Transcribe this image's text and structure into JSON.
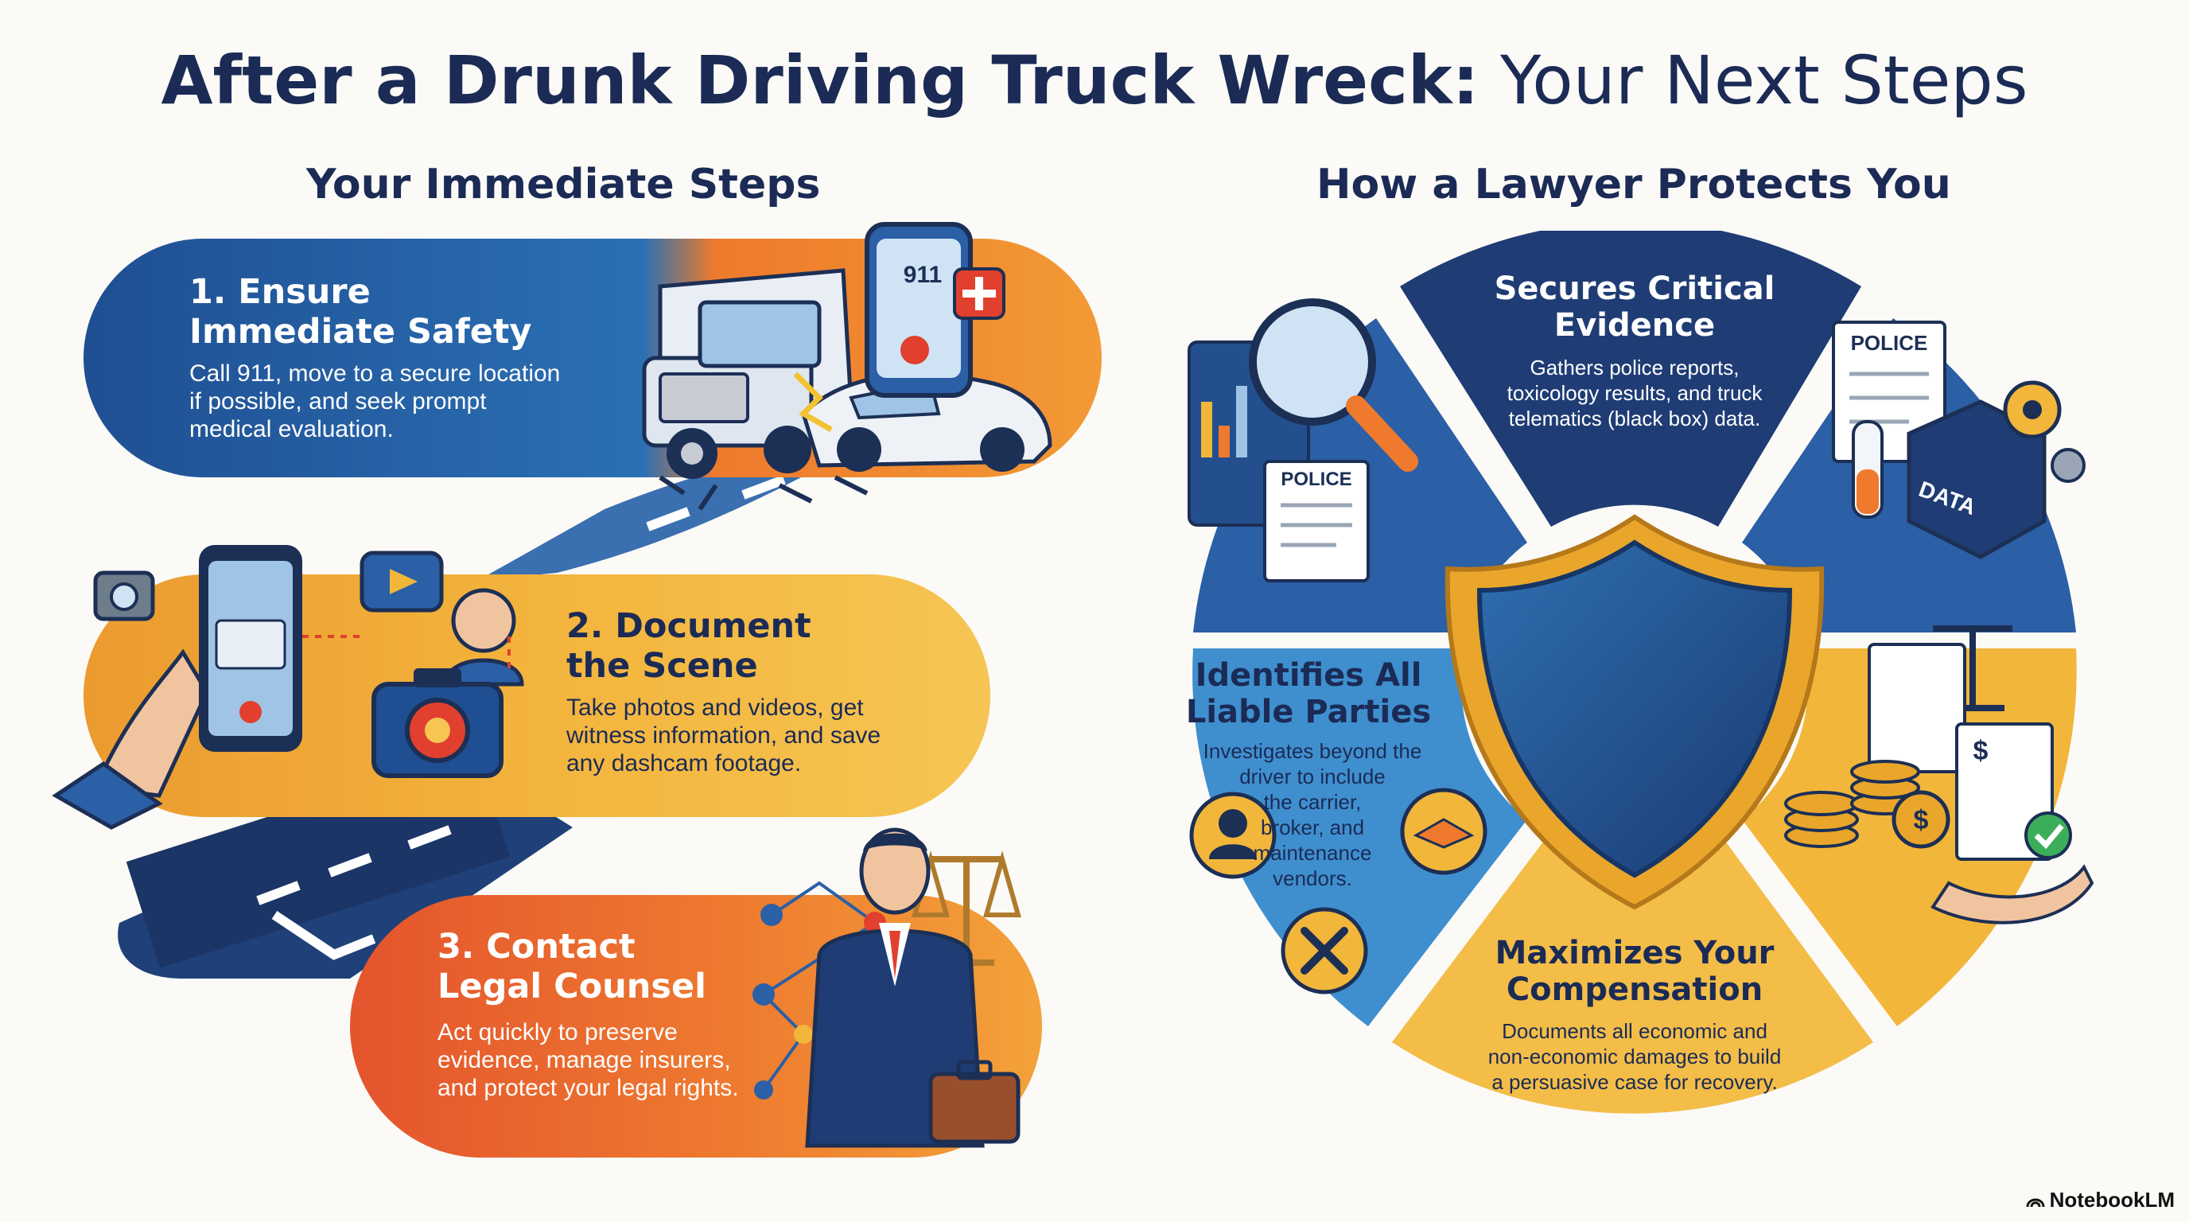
{
  "title": {
    "bold": "After a Drunk Driving Truck Wreck:",
    "normal": "Your Next Steps"
  },
  "left": {
    "heading": "Your Immediate Steps",
    "steps": [
      {
        "title": "1. Ensure\nImmediate Safety",
        "body": "Call 911, move to a secure location\nif possible, and seek prompt\nmedical evaluation."
      },
      {
        "title": "2. Document\nthe Scene",
        "body": "Take photos and videos, get\nwitness information, and save\nany dashcam footage."
      },
      {
        "title": "3. Contact\nLegal Counsel",
        "body": "Act quickly to preserve\nevidence, manage insurers,\nand protect your legal rights."
      }
    ],
    "phone_label": "911"
  },
  "right": {
    "heading": "How a Lawyer Protects You",
    "segments": [
      {
        "title": "Secures Critical\nEvidence",
        "body": "Gathers police reports,\ntoxicology results, and truck\ntelematics (black box) data."
      },
      {
        "title": "Identifies All\nLiable Parties",
        "body": "Investigates beyond the\ndriver to include\nthe carrier,\nbroker, and\nmaintenance\nvendors."
      },
      {
        "title": "Maximizes Your\nCompensation",
        "body": "Documents all economic and\nnon-economic damages to build\na persuasive case for recovery."
      }
    ],
    "police_label": "POLICE",
    "data_label": "DATA",
    "dollar_label": "$"
  },
  "brand": "NotebookLM",
  "colors": {
    "navy": "#1f3c74",
    "blue": "#2f6fb0",
    "orange": "#ef7a2d",
    "gold": "#f2b63b",
    "text_dark": "#1b2b55"
  }
}
